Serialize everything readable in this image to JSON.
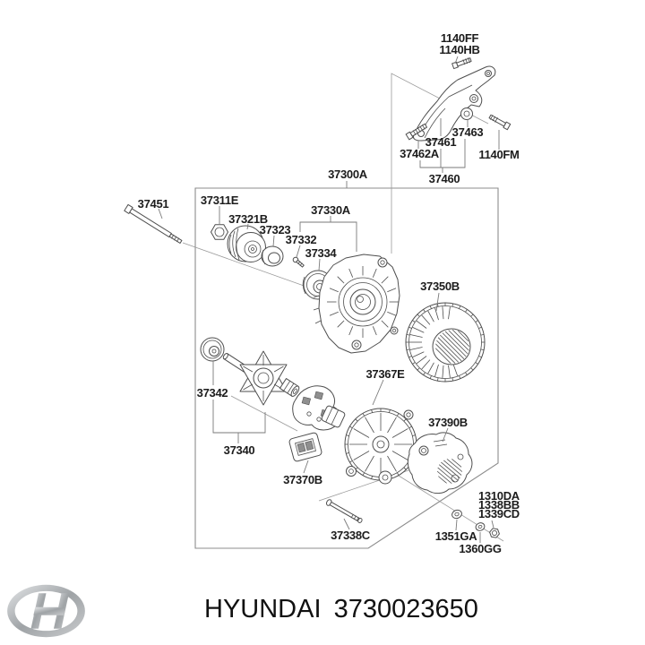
{
  "labels": {
    "1140FF": "1140FF",
    "1140HB": "1140HB",
    "37462A": "37462A",
    "37461": "37461",
    "37463": "37463",
    "1140FM": "1140FM",
    "37460": "37460",
    "37300A": "37300A",
    "37451": "37451",
    "37311E": "37311E",
    "37321B": "37321B",
    "37323": "37323",
    "37330A": "37330A",
    "37332": "37332",
    "37334": "37334",
    "37350B": "37350B",
    "37342": "37342",
    "37340": "37340",
    "37367E": "37367E",
    "37370B": "37370B",
    "37390B": "37390B",
    "37338C": "37338C",
    "1310DA": "1310DA",
    "1338BB": "1338BB",
    "1339CD": "1339CD",
    "1351GA": "1351GA",
    "1360GG": "1360GG"
  },
  "footer": {
    "brand": "HYUNDAI",
    "part_number": "3730023650"
  },
  "colors": {
    "background": "#ffffff",
    "line_art": "#4e4e4e",
    "frame_line": "#8c8c8c",
    "label_text": "#1c1c1c",
    "logo_silver_light": "#e4e6e8",
    "logo_silver_dark": "#8e9194"
  }
}
